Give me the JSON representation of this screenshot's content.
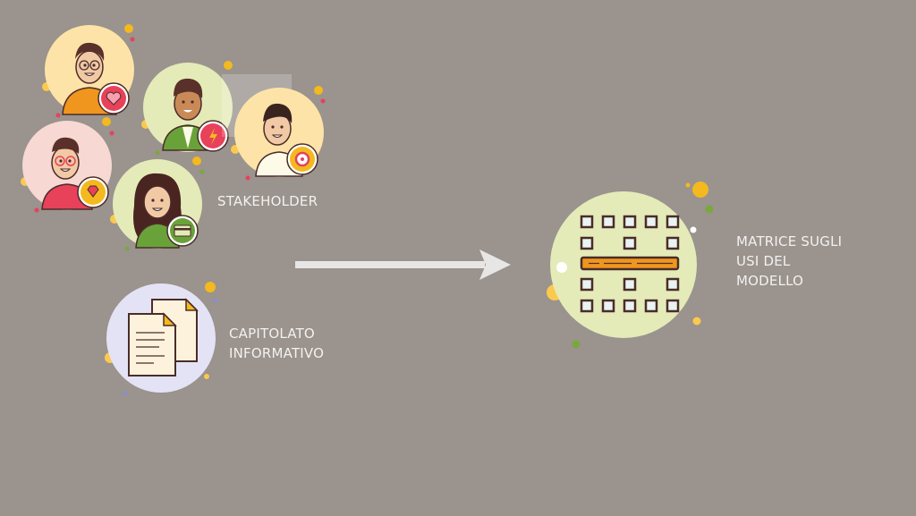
{
  "labels": {
    "stakeholder": "STAKEHOLDER",
    "capitolato": [
      "CAPITOLATO",
      "INFORMATIVO"
    ],
    "matrice": [
      "MATRICE SUGLI",
      "USI DEL",
      "MODELLO"
    ]
  },
  "colors": {
    "background": "#9a938e",
    "yellow_pale": "#fde3a7",
    "green_pale": "#e4ebb8",
    "pink_pale": "#f7d8d3",
    "lavender": "#e4e3f5",
    "accent_orange": "#f0961e",
    "arrow": "#e8e6e4"
  },
  "icons": [
    "heart-badge-icon",
    "lightning-badge-icon",
    "target-badge-icon",
    "diamond-badge-icon",
    "card-badge-icon",
    "documents-icon",
    "matrix-grid-icon",
    "arrow-right-icon"
  ]
}
